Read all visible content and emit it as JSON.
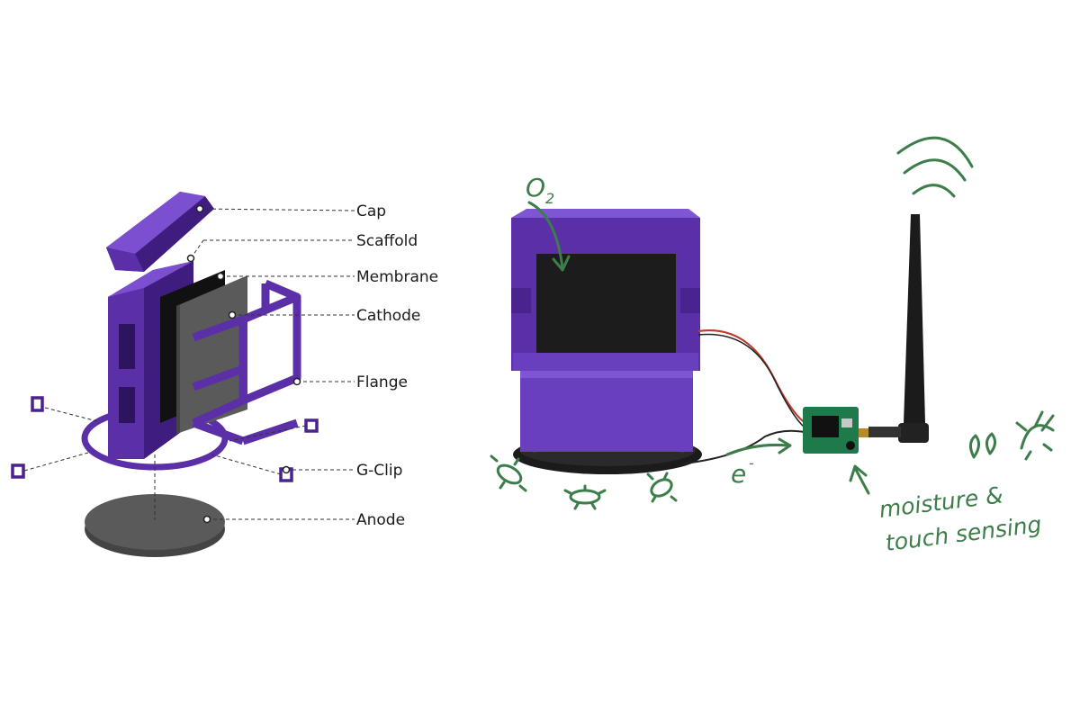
{
  "exploded_view": {
    "parts": [
      {
        "label": "Cap"
      },
      {
        "label": "Scaffold"
      },
      {
        "label": "Membrane"
      },
      {
        "label": "Cathode"
      },
      {
        "label": "Flange"
      },
      {
        "label": "G-Clip"
      },
      {
        "label": "Anode"
      }
    ]
  },
  "photo_annotations": {
    "oxygen": "O",
    "oxygen_subscript": "2",
    "electron": "e",
    "electron_superscript": "-",
    "sensing_line1": "moisture &",
    "sensing_line2": "touch sensing"
  },
  "colors": {
    "purple": "#5b2fa8",
    "annotation_green": "#3c7d4a",
    "electrode_gray": "#5a5a5a"
  }
}
